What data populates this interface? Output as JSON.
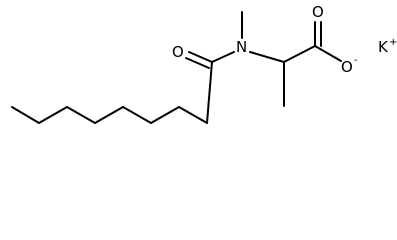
{
  "molecule": {
    "atoms": {
      "amide_oxygen": "O",
      "nitrogen": "N",
      "carbonyl_oxygen": "O",
      "carboxylate_oxygen": "O",
      "carboxylate_charge": "-",
      "counter_ion": "K",
      "counter_ion_charge": "+"
    }
  }
}
